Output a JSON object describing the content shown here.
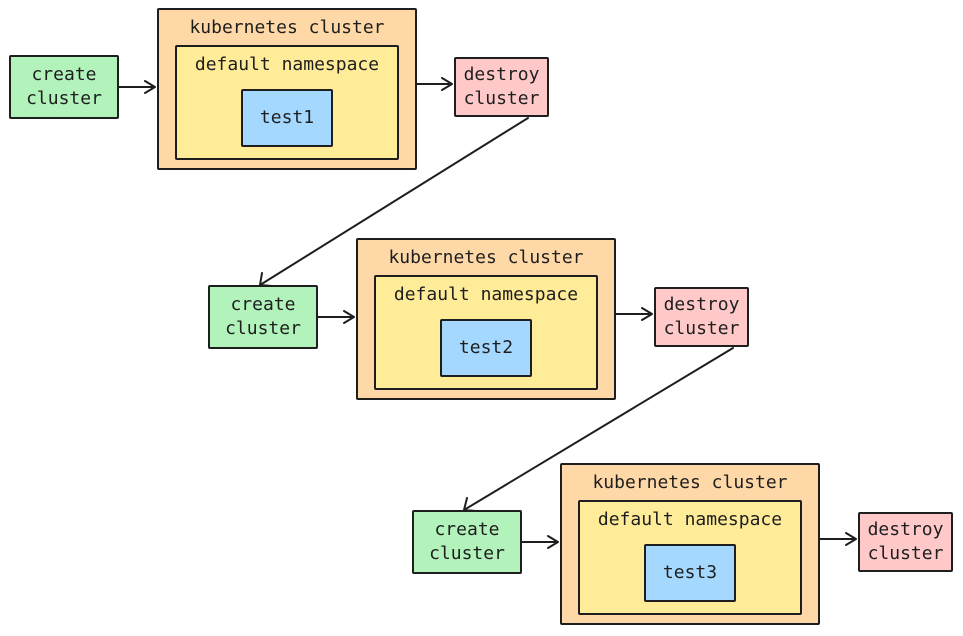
{
  "labels": {
    "create": "create\ncluster",
    "destroy": "destroy\ncluster",
    "cluster": "kubernetes cluster",
    "namespace": "default namespace"
  },
  "stages": [
    {
      "test": "test1"
    },
    {
      "test": "test2"
    },
    {
      "test": "test3"
    }
  ],
  "colors": {
    "create": "#b2f2bb",
    "destroy": "#ffc9c9",
    "cluster": "#ffd8a8",
    "namespace": "#ffec99",
    "test": "#a5d8ff",
    "stroke": "#1e1e1e"
  }
}
